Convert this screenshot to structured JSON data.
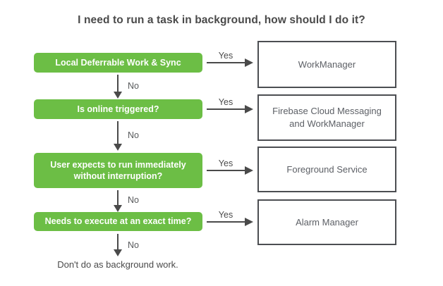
{
  "title": "I need to run a task in background, how should I do it?",
  "colors": {
    "question_box_green": "#6CBE45",
    "arrow_and_text_gray": "#4A4A4A",
    "result_box_border": "#4C4E52",
    "result_text_gray": "#5D6066",
    "background": "#FFFFFF"
  },
  "flow": {
    "rows": [
      {
        "question": "Local Deferrable Work & Sync",
        "yes": "Yes",
        "no": "No",
        "result": "WorkManager"
      },
      {
        "question": "Is online triggered?",
        "yes": "Yes",
        "no": "No",
        "result": "Firebase Cloud Messaging and WorkManager"
      },
      {
        "question": "User expects to run immediately without interruption?",
        "yes": "Yes",
        "no": "No",
        "result": "Foreground Service"
      },
      {
        "question": "Needs to execute at an exact time?",
        "yes": "Yes",
        "no": "No",
        "result": "Alarm Manager"
      }
    ],
    "fallback": "Don't do as background work."
  }
}
